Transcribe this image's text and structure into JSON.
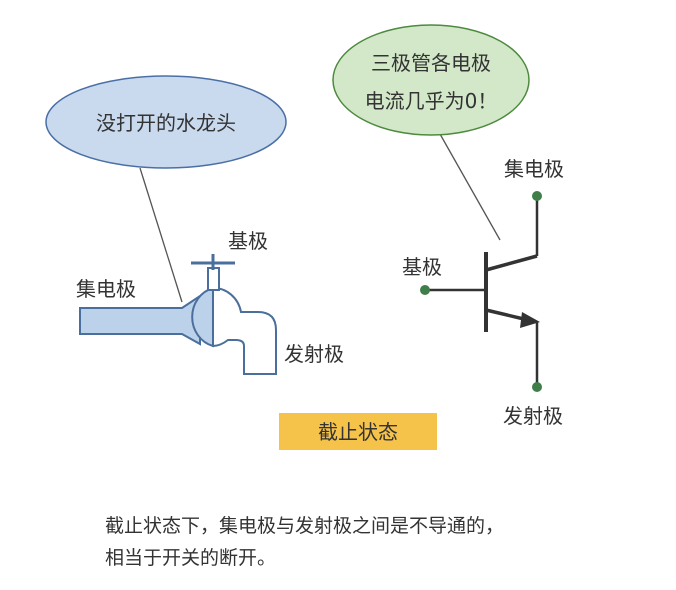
{
  "faucet": {
    "bubble_text": "没打开的水龙头",
    "label_collector": "集电极",
    "label_base": "基极",
    "label_emitter": "发射极"
  },
  "transistor": {
    "bubble_line1": "三极管各电极",
    "bubble_line2": "电流几乎为0！",
    "label_collector": "集电极",
    "label_base": "基极",
    "label_emitter": "发射极"
  },
  "state_label": "截止状态",
  "caption": {
    "line1": "截止状态下，集电极与发射极之间是不导通的，",
    "line2": "相当于开关的断开。"
  },
  "colors": {
    "faucet_bubble_fill": "#c9d9ee",
    "faucet_bubble_stroke": "#4a6fa5",
    "transistor_bubble_fill": "#d3e8c9",
    "transistor_bubble_stroke": "#4d8a3e",
    "pipe_fill": "#bcd1ea",
    "pipe_stroke": "#4b6f9c",
    "terminal_dot": "#3f7e48",
    "state_label_bg": "#f5c24a"
  }
}
